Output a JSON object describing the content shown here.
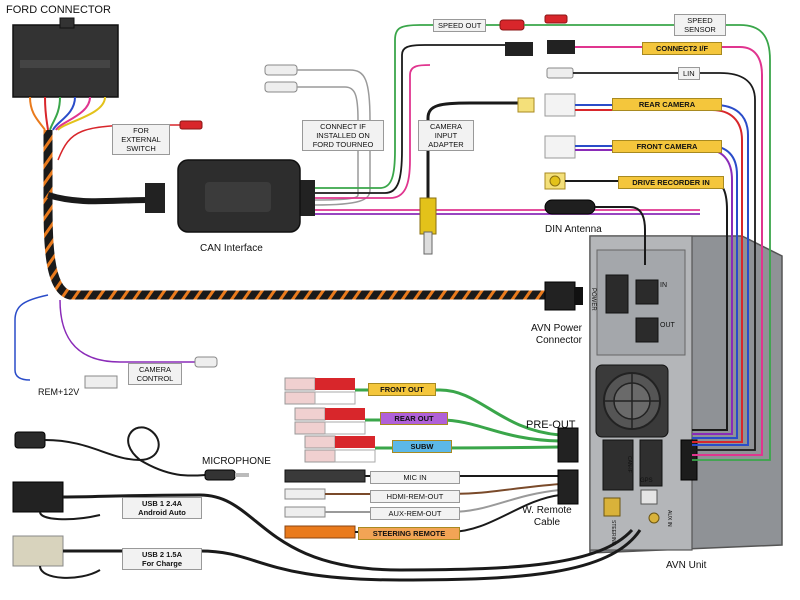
{
  "title": "FORD CONNECTOR",
  "labels": {
    "for_external_switch": "FOR EXTERNAL SWITCH",
    "can_interface": "CAN Interface",
    "connect_if_installed": "CONNECT IF INSTALLED ON FORD TOURNEO",
    "camera_input_adapter": "CAMERA INPUT ADAPTER",
    "speed_out": "SPEED OUT",
    "speed_sensor": "SPEED SENSOR",
    "connect2_if": "CONNECT2 I/F",
    "lin": "LIN",
    "rear_camera": "REAR CAMERA",
    "front_camera": "FRONT CAMERA",
    "drive_recorder_in": "DRIVE RECORDER IN",
    "din_antenna": "DIN Antenna",
    "avn_power_connector": "AVN Power Connector",
    "camera_control": "CAMERA CONTROL",
    "rem_12v": "REM+12V",
    "front_out": "FRONT OUT",
    "rear_out": "REAR OUT",
    "subw": "SUBW",
    "pre_out": "PRE-OUT",
    "microphone": "MICROPHONE",
    "mic_in": "MIC IN",
    "hdmi_rem_out": "HDMI-REM-OUT",
    "aux_rem_out": "AUX-REM-OUT",
    "steering_remote": "STEERING REMOTE",
    "w_remote_cable": "W. Remote Cable",
    "usb1": "USB 1    2.4A",
    "usb1_sub": "Android Auto",
    "usb2": "USB 2  1.5A",
    "usb2_sub": "For Charge",
    "avn_unit": "AVN Unit",
    "unit_power": "POWER",
    "unit_in": "IN",
    "unit_out": "OUT",
    "unit_can_in": "CAN-IF",
    "unit_gps": "GPS",
    "unit_steering": "STEERING",
    "unit_aux": "AUX IN"
  },
  "colors": {
    "harness": "#1b1b1b",
    "wire_red": "#d8262b",
    "wire_green": "#3aa64a",
    "wire_pink": "#e0358f",
    "wire_blue": "#2a4cc9",
    "wire_purple": "#8a2bb8",
    "wire_brown": "#7a4a2a",
    "wire_orange": "#e97a1c",
    "wire_yellow": "#e3c21a",
    "unit_body": "#9a9da1"
  }
}
